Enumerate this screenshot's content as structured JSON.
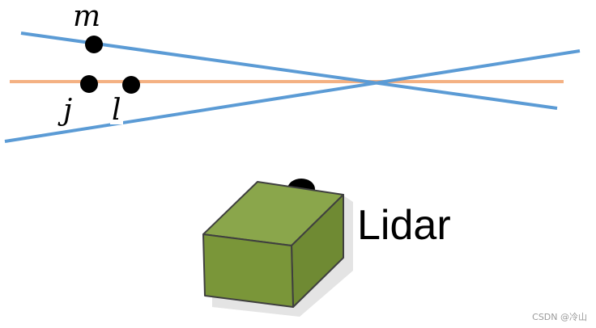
{
  "labels": {
    "m": "m",
    "j": "j",
    "l": "l",
    "lidar": "Lidar"
  },
  "watermark": "CSDN @冷山",
  "colors": {
    "blue_line": "#5b9bd5",
    "orange_line": "#f4b183",
    "point": "#000000",
    "box_face": "#7a9639",
    "box_top": "#8aa64b",
    "box_side": "#6f8a33",
    "box_edge": "#3f3f3f",
    "shadow": "#e4e4e4"
  }
}
